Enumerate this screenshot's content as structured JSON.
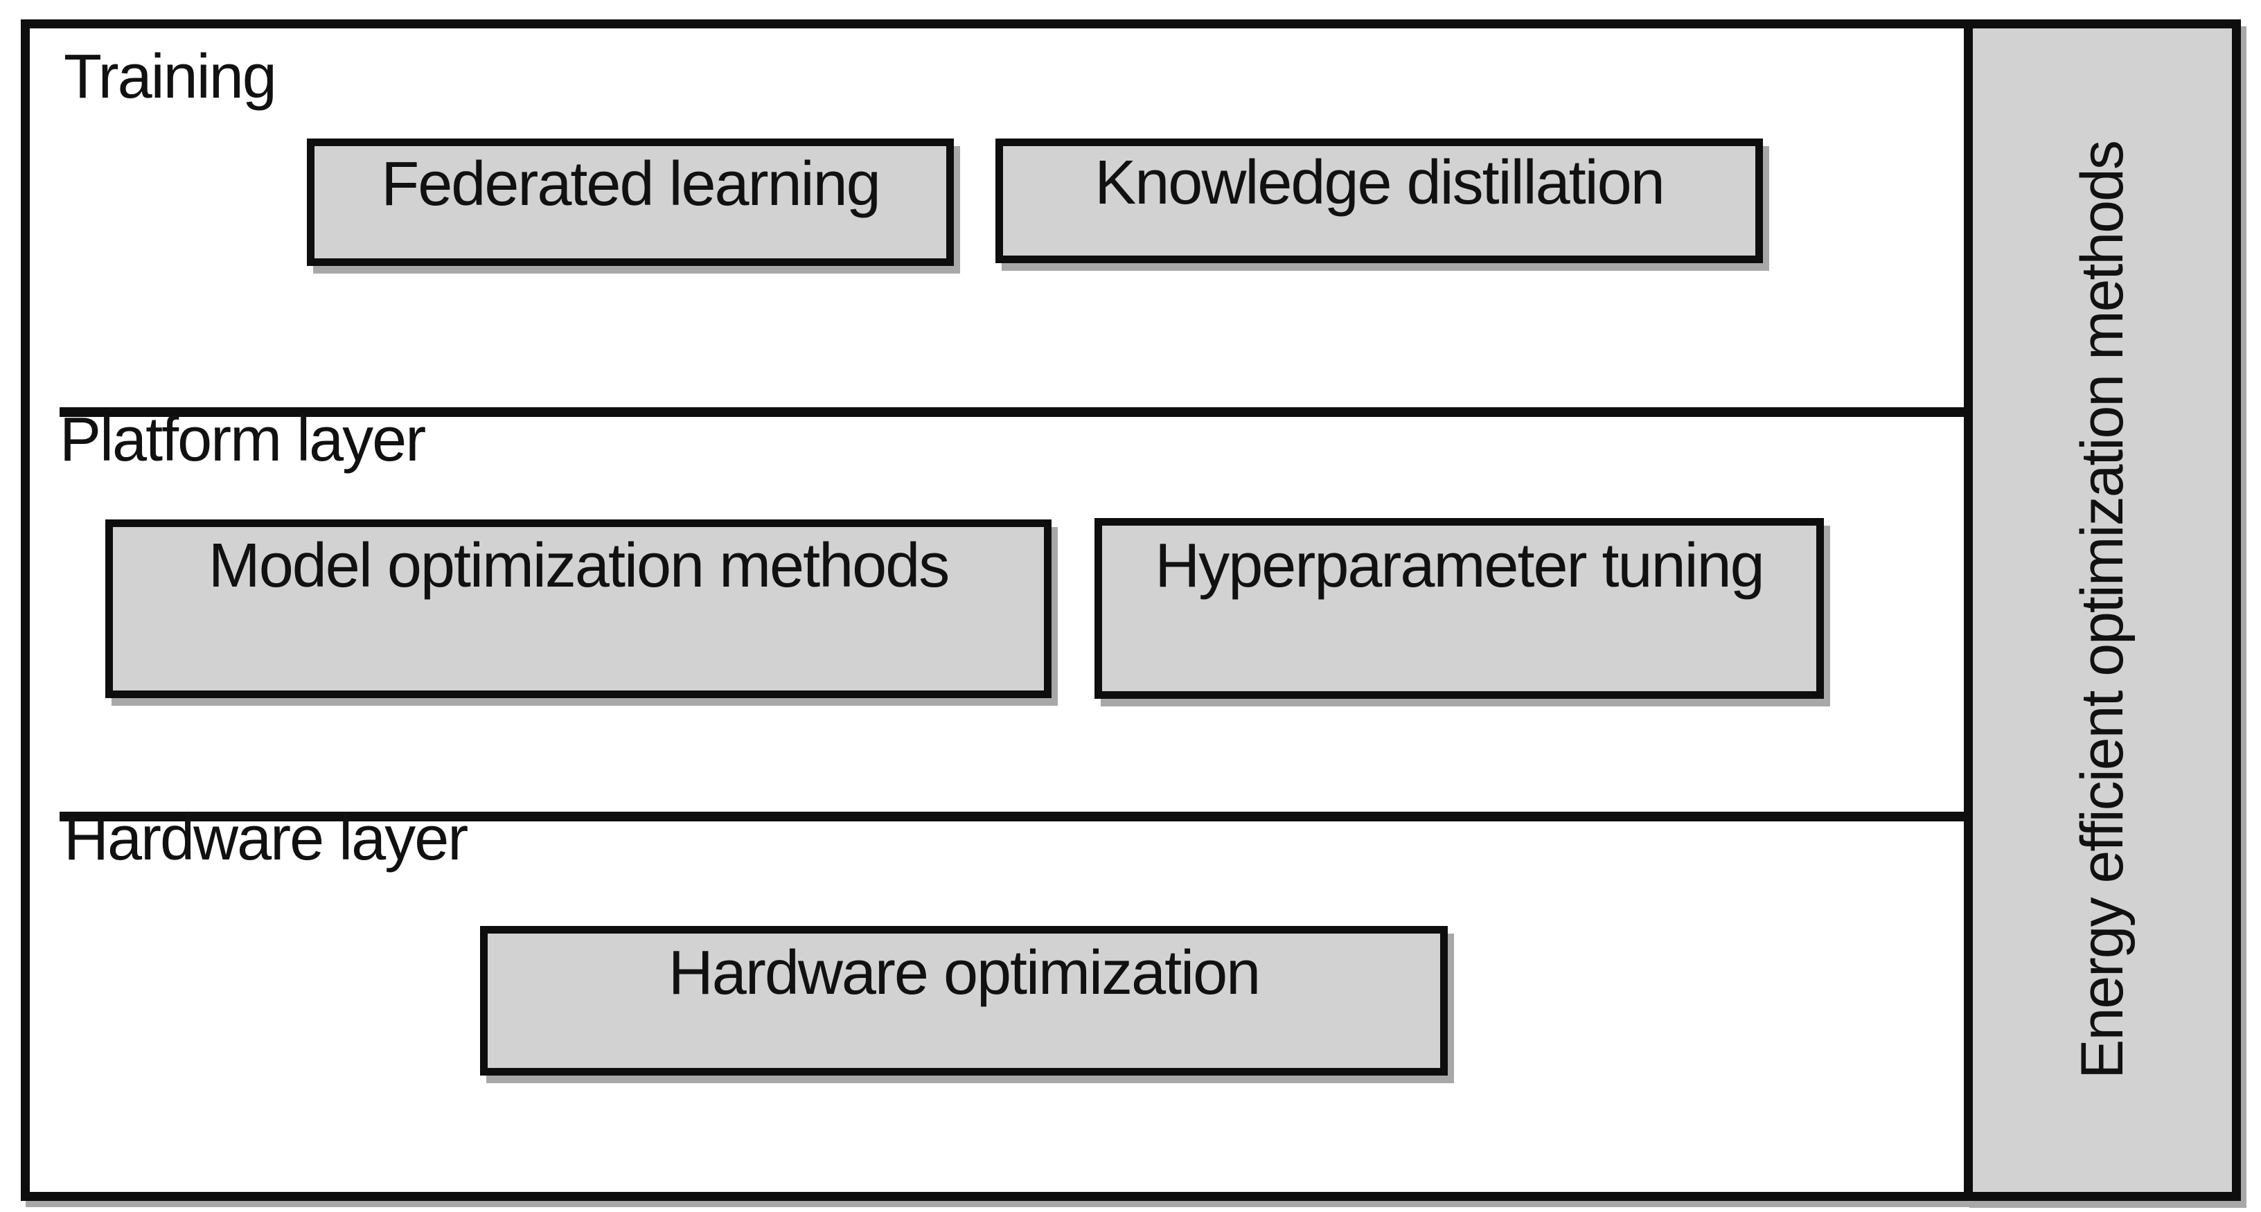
{
  "diagram": {
    "colors": {
      "canvas_background": "#ffffff",
      "box_fill": "#d2d2d2",
      "border": "#0e0e0e",
      "shadow": "#a8a8a8",
      "text": "#111111"
    },
    "layers": [
      {
        "id": "training",
        "label": "Training",
        "boxes": [
          "Federated learning",
          "Knowledge distillation"
        ]
      },
      {
        "id": "platform",
        "label": "Platform layer",
        "boxes": [
          "Model optimization methods",
          "Hyperparameter tuning"
        ]
      },
      {
        "id": "hardware",
        "label": "Hardware layer",
        "boxes": [
          "Hardware optimization"
        ]
      }
    ],
    "sidebar": {
      "label": "Energy efficient optimization methods",
      "orientation": "rotated-90-ccw"
    }
  }
}
